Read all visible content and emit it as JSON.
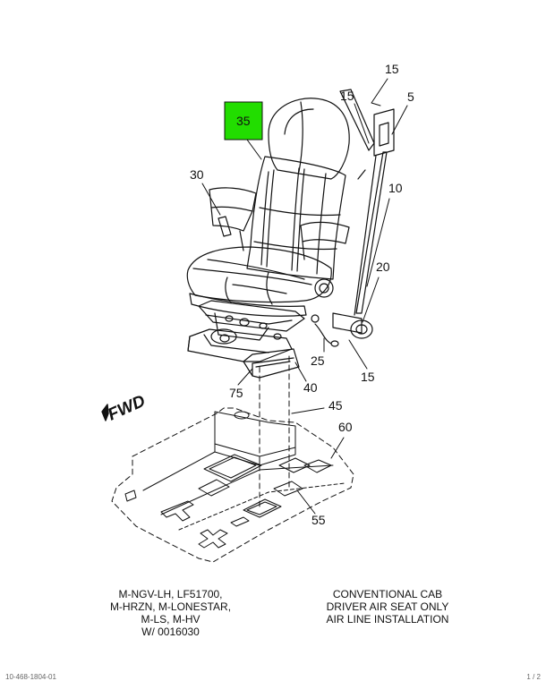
{
  "callouts": {
    "c15_top": "15",
    "c15_mid": "15",
    "c5": "5",
    "c35": "35",
    "c30": "30",
    "c10": "10",
    "c20": "20",
    "c25": "25",
    "c15_low": "15",
    "c75": "75",
    "c40": "40",
    "c45": "45",
    "c60": "60",
    "c55": "55"
  },
  "fwd_label": "FWD",
  "highlight_color": "#22dd00",
  "caption_left": {
    "line1": "M-NGV-LH, LF51700,",
    "line2": "M-HRZN, M-LONESTAR,",
    "line3": "M-LS, M-HV",
    "line4": "W/ 0016030"
  },
  "caption_right": {
    "line1": "CONVENTIONAL CAB",
    "line2": "DRIVER AIR SEAT ONLY",
    "line3": "AIR LINE INSTALLATION"
  },
  "footer": {
    "left": "10-468-1804-01",
    "right": "1 / 2"
  }
}
